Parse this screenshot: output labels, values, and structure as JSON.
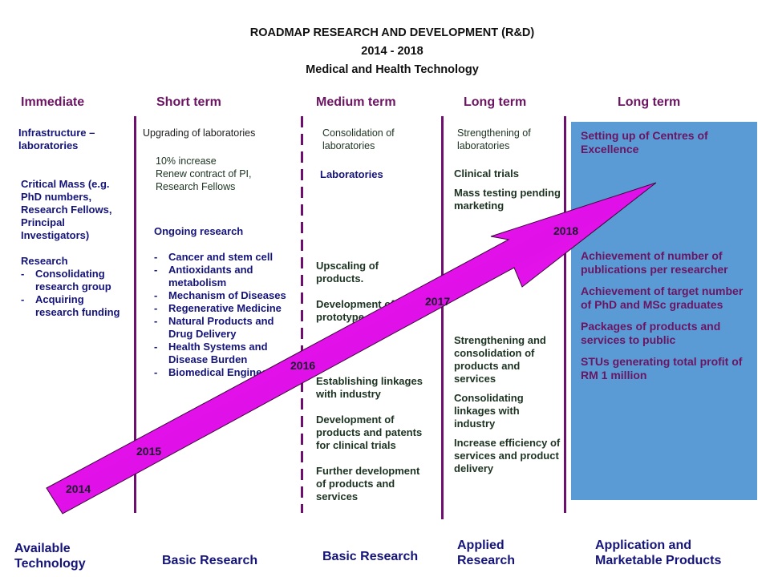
{
  "title": {
    "line1": "ROADMAP RESEARCH AND DEVELOPMENT (R&D)",
    "line2": "2014 - 2018",
    "line3": "Medical and Health Technology"
  },
  "colors": {
    "header": "#6b1462",
    "divider": "#6e0f70",
    "navy_text": "#14147a",
    "dark_green_text": "#1c3322",
    "blue_box": "#5b9bd5",
    "arrow_light": "#ff14ff",
    "arrow_dark": "#8a0a8a"
  },
  "columns": {
    "immediate": {
      "header": "Immediate",
      "item1": "Infrastructure – laboratories",
      "item2": "Critical Mass (e.g. PhD numbers, Research Fellows, Principal Investigators)",
      "item3_title": "Research",
      "item3_bullets": [
        "Consolidating research group",
        "Acquiring research funding"
      ],
      "footer": "Available Technology"
    },
    "short_term": {
      "header": "Short term",
      "item1": "Upgrading of laboratories",
      "item2_line1": "10% increase",
      "item2_line2": "Renew contract of PI, Research Fellows",
      "item3_title": "Ongoing research",
      "item3_bullets": [
        "Cancer and stem cell",
        "Antioxidants and metabolism",
        "Mechanism of Diseases",
        "Regenerative Medicine",
        "Natural Products and Drug Delivery",
        "Health Systems and Disease Burden",
        "Biomedical Engineering"
      ],
      "footer": "Basic Research"
    },
    "medium_term": {
      "header": "Medium term",
      "item1": "Consolidation of laboratories",
      "item2": "Laboratories",
      "item3": "Upscaling  of products.",
      "item4": "Development of prototype",
      "item5": "Establishing linkages with industry",
      "item6": "Development of products and patents for clinical trials",
      "item7": "Further development of products and services",
      "footer": "Basic Research"
    },
    "long_term_1": {
      "header": "Long term",
      "item1": "Strengthening of laboratories",
      "item2": "Clinical trials",
      "item3": "Mass testing pending marketing",
      "item4": "Strengthening and consolidation of products and services",
      "item5": "Consolidating linkages with industry",
      "item6": "Increase efficiency of services and product delivery",
      "footer": "Applied Research"
    },
    "long_term_2": {
      "header": "Long term",
      "item1": "Setting up of Centres of Excellence",
      "item2": "Achievement of number of publications per researcher",
      "item3": "Achievement of target number of PhD and MSc graduates",
      "item4": "Packages of products and services to public",
      "item5": "STUs generating total profit of RM 1 million",
      "footer": "Application and Marketable Products"
    }
  },
  "arrow": {
    "years": [
      "2014",
      "2015",
      "2016",
      "2017",
      "2018"
    ]
  }
}
